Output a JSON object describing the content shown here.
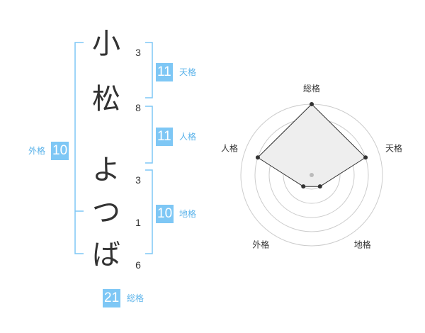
{
  "name": {
    "chars": [
      "小",
      "松",
      "よ",
      "つ",
      "ば"
    ],
    "strokes": [
      "3",
      "8",
      "3",
      "1",
      "6"
    ]
  },
  "kaku": {
    "ten": {
      "value": "11",
      "label": "天格"
    },
    "jin": {
      "value": "11",
      "label": "人格"
    },
    "chi": {
      "value": "10",
      "label": "地格"
    },
    "gai": {
      "value": "10",
      "label": "外格"
    },
    "sou": {
      "value": "21",
      "label": "総格"
    }
  },
  "radar": {
    "axes": [
      "総格",
      "天格",
      "地格",
      "外格",
      "人格"
    ],
    "values": [
      5,
      4,
      1,
      1,
      4
    ],
    "max": 5,
    "rings": 5,
    "colors": {
      "ring": "#cccccc",
      "fill": "#eeeeee",
      "line": "#333333",
      "point": "#333333",
      "center": "#bbbbbb"
    }
  },
  "colors": {
    "accent": "#7ec7f5",
    "accent_text": "#5bb3ea",
    "bracket": "#7ec7f5"
  }
}
